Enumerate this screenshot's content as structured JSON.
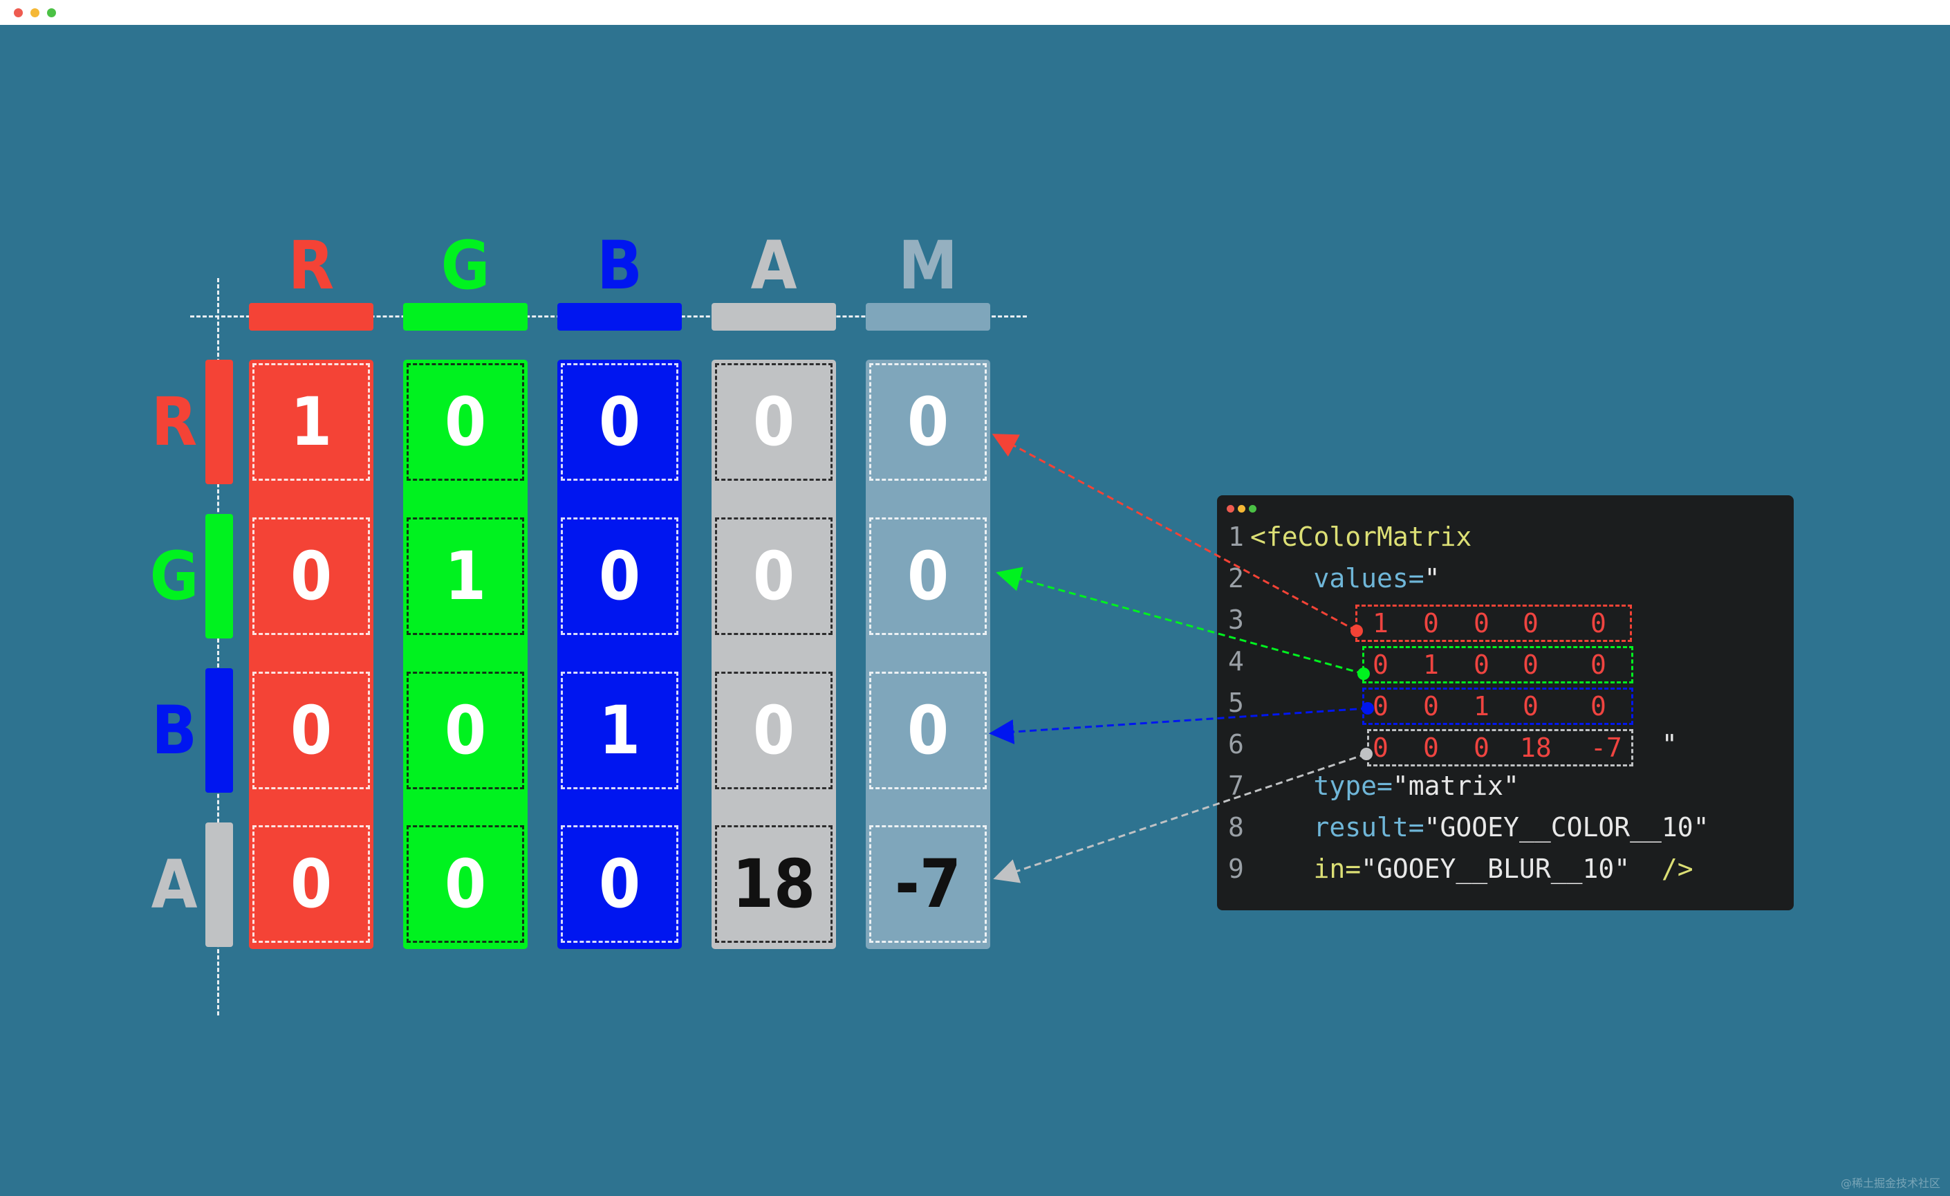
{
  "window": {
    "traffic_lights": [
      "#ee5b50",
      "#f5b836",
      "#4bc145"
    ]
  },
  "matrix": {
    "columns": [
      {
        "label": "R",
        "color": "#f44336",
        "text_color": "#f44336"
      },
      {
        "label": "G",
        "color": "#00f21f",
        "text_color": "#00f21f"
      },
      {
        "label": "B",
        "color": "#0016f0",
        "text_color": "#0016f0"
      },
      {
        "label": "A",
        "color": "#c0c2c4",
        "text_color": "#c0c2c4"
      },
      {
        "label": "M",
        "color": "#7fa6bb",
        "text_color": "#95b0c0"
      }
    ],
    "rows": [
      {
        "label": "R",
        "color": "#f44336"
      },
      {
        "label": "G",
        "color": "#00f21f"
      },
      {
        "label": "B",
        "color": "#0016f0"
      },
      {
        "label": "A",
        "color": "#c0c2c4"
      }
    ],
    "values": [
      [
        "1",
        "0",
        "0",
        "0",
        "0"
      ],
      [
        "0",
        "1",
        "0",
        "0",
        "0"
      ],
      [
        "0",
        "0",
        "1",
        "0",
        "0"
      ],
      [
        "0",
        "0",
        "0",
        "18",
        "-7"
      ]
    ]
  },
  "code": {
    "dots": [
      "#ee5b50",
      "#f5b836",
      "#4bc145"
    ],
    "lines": [
      {
        "n": "1",
        "parts": [
          {
            "t": "<feColorMatrix",
            "c": "t-tag"
          }
        ]
      },
      {
        "n": "2",
        "parts": [
          {
            "t": "    values=",
            "c": "t-attr"
          },
          {
            "t": "\"",
            "c": "t-str"
          }
        ]
      },
      {
        "n": "3",
        "parts": []
      },
      {
        "n": "4",
        "parts": []
      },
      {
        "n": "5",
        "parts": []
      },
      {
        "n": "6",
        "parts": [
          {
            "t": "                          \"",
            "c": "t-str"
          }
        ]
      },
      {
        "n": "7",
        "parts": [
          {
            "t": "    type=",
            "c": "t-attr"
          },
          {
            "t": "\"matrix\"",
            "c": "t-str"
          }
        ]
      },
      {
        "n": "8",
        "parts": [
          {
            "t": "    result=",
            "c": "t-attr"
          },
          {
            "t": "\"GOOEY__COLOR__10\"",
            "c": "t-str"
          }
        ]
      },
      {
        "n": "9",
        "parts": [
          {
            "t": "    in=",
            "c": "t-tag"
          },
          {
            "t": "\"GOOEY__BLUR__10\"",
            "c": "t-str"
          },
          {
            "t": "  />",
            "c": "t-tag"
          }
        ]
      }
    ],
    "rows": [
      {
        "values": [
          "1",
          "0",
          "0",
          "0",
          "0"
        ],
        "color": "#f44336"
      },
      {
        "values": [
          "0",
          "1",
          "0",
          "0",
          "0"
        ],
        "color": "#00f21f"
      },
      {
        "values": [
          "0",
          "0",
          "1",
          "0",
          "0"
        ],
        "color": "#0016f0"
      },
      {
        "values": [
          "0",
          "0",
          "0",
          "18",
          "-7"
        ],
        "color": "#c0c2c4"
      }
    ]
  },
  "watermark": "@稀土掘金技术社区"
}
